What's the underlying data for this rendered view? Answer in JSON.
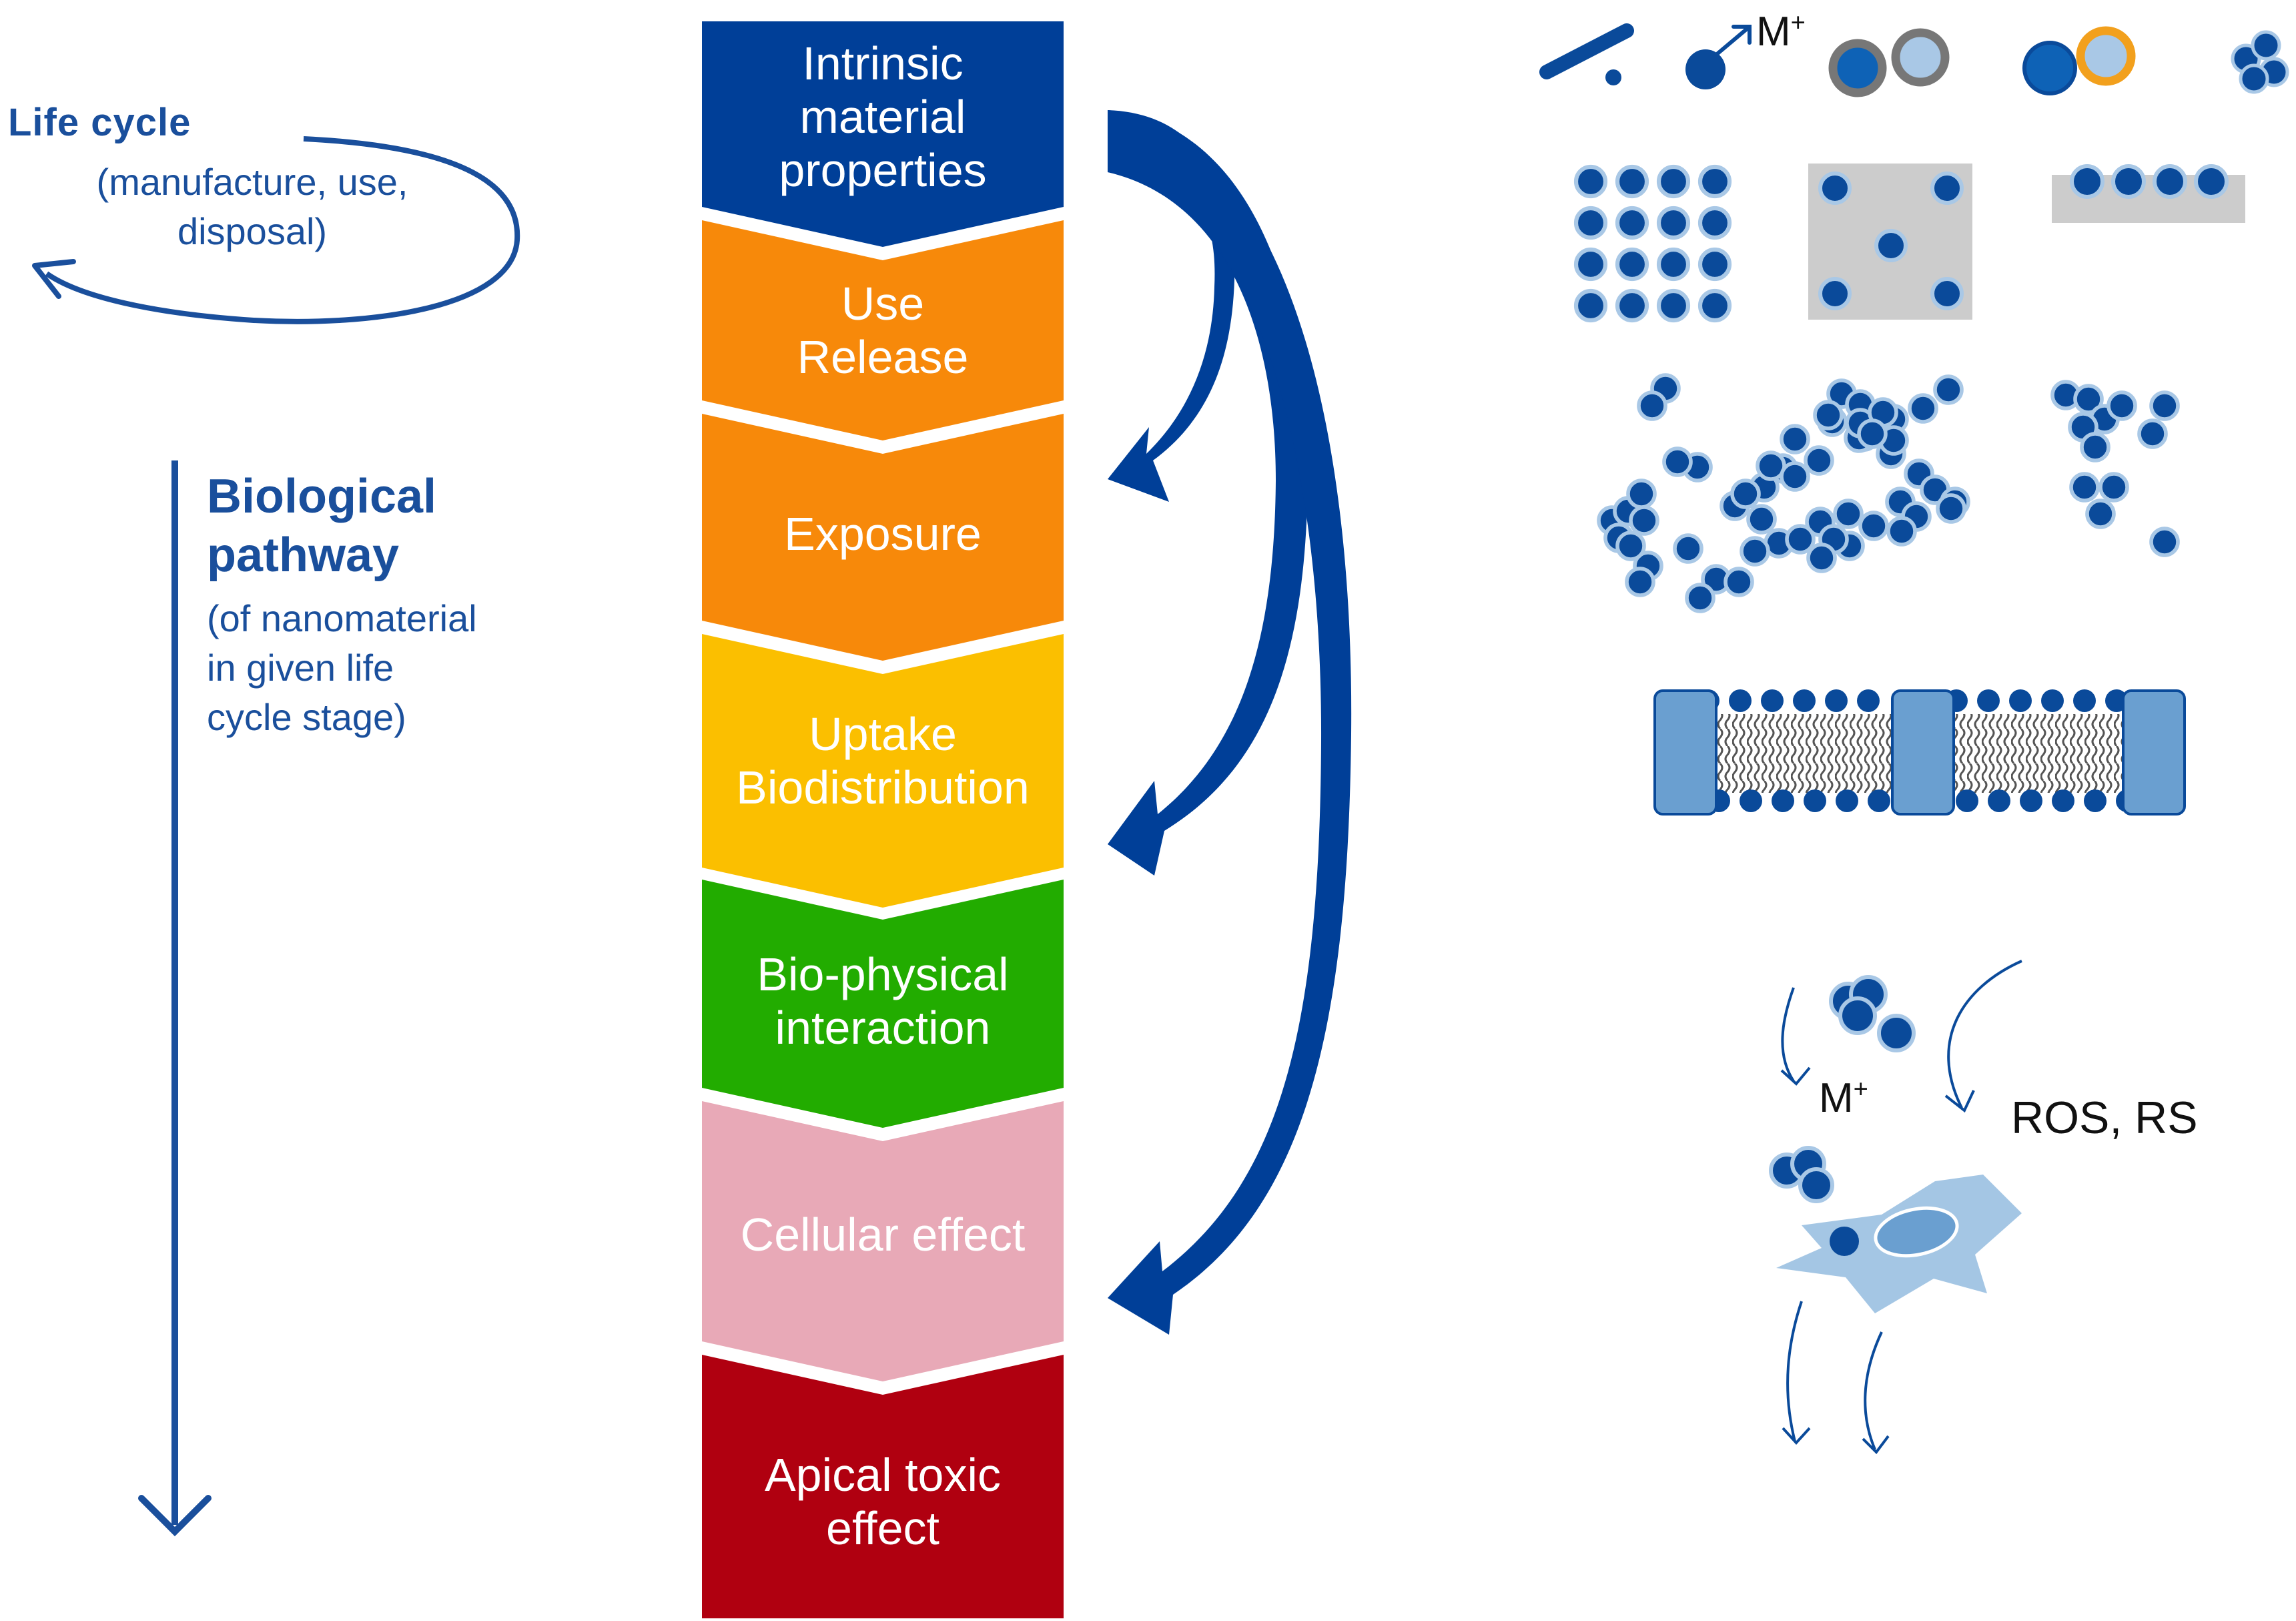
{
  "life_cycle": {
    "title": "Life cycle",
    "subtitle_lines": [
      "(manufacture,  use,",
      "disposal)"
    ]
  },
  "biological_pathway": {
    "title_lines": [
      "Biological",
      "pathway"
    ],
    "subtitle_lines": [
      "(of nanomaterial",
      "in given life",
      "cycle  stage)"
    ]
  },
  "stages": [
    {
      "lines": [
        "Intrinsic",
        "material",
        "properties"
      ],
      "color": "#003f98"
    },
    {
      "lines": [
        "Use",
        "Release"
      ],
      "color": "#f7890a"
    },
    {
      "lines": [
        "Exposure"
      ],
      "color": "#f7890a"
    },
    {
      "lines": [
        "Uptake",
        "Biodistribution"
      ],
      "color": "#fbbf00"
    },
    {
      "lines": [
        "Bio-physical",
        "interaction"
      ],
      "color": "#22ac00"
    },
    {
      "lines": [
        "Cellular effect"
      ],
      "color": "#e8a9b7"
    },
    {
      "lines": [
        "Apical toxic",
        "effect"
      ],
      "color": "#b00010"
    }
  ],
  "labels": {
    "metal_ion": "M",
    "metal_ion_charge": "+",
    "reactive_species": "ROS, RS"
  },
  "colors": {
    "accent_blue": "#1a4f9c",
    "particle_dark": "#0a4a9a",
    "particle_halo": "#a9c8e6",
    "gray_panel": "#cccccc",
    "orange_shell": "#f2a01d",
    "cell": "#a4c6e4"
  },
  "icons": [
    "rod-icon",
    "sphere-icon",
    "ion-release-icon",
    "core-shell-icon",
    "agglomerate-icon",
    "nanoparticle-array-icon",
    "embedded-matrix-icon",
    "surface-coating-icon",
    "particle-cluster-icon",
    "lipid-membrane-icon",
    "cell-icon"
  ]
}
